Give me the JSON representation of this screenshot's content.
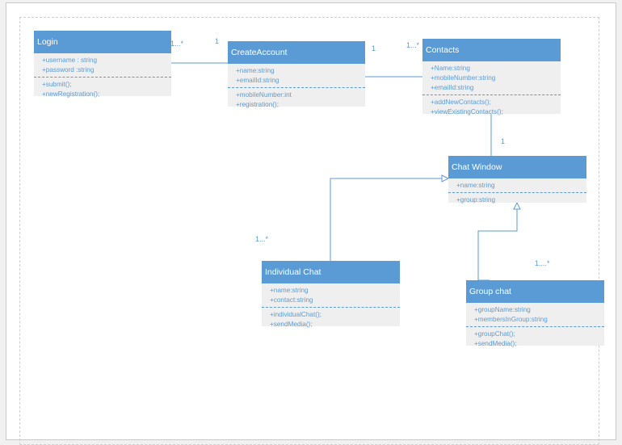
{
  "diagram": {
    "line_color": "#5b9bd5",
    "header_color": "#5b9bd5",
    "box_fill": "#efefef",
    "classes": {
      "login": {
        "name": "Login",
        "attributes": [
          "+username : string",
          "+password :string"
        ],
        "operations": [
          "+submit();",
          "+newRegistration();"
        ]
      },
      "create_account": {
        "name": "CreateAccount",
        "attributes": [
          "+name:string",
          "+emailId:string"
        ],
        "operations": [
          "+mobileNumber:int",
          "+registration();"
        ]
      },
      "contacts": {
        "name": "Contacts",
        "attributes": [
          "+Name:string",
          "+mobileNumber:string",
          "+emailId:string"
        ],
        "operations": [
          "+addNewContacts();",
          "+viewExistingContacts();"
        ]
      },
      "chat_window": {
        "name": "Chat Window",
        "attributes": [
          "+name:string"
        ],
        "operations": [
          "+group:string"
        ]
      },
      "individual_chat": {
        "name": "Individual Chat",
        "attributes": [
          "+name:string",
          "+contact:string"
        ],
        "operations": [
          "+individualChat();",
          "+sendMedia();"
        ]
      },
      "group_chat": {
        "name": "Group chat",
        "attributes": [
          "+groupName:string",
          "+membersInGroup:string"
        ],
        "operations": [
          "+groupChat();",
          "+sendMedia();"
        ]
      }
    },
    "multiplicities": {
      "login_createaccount_near_login": "1...*",
      "login_createaccount_near_createaccount": "1",
      "createaccount_contacts_near_createaccount": "1",
      "createaccount_contacts_near_contacts": "1...*",
      "contacts_chatwindow": "1",
      "individual_chat": "1...*",
      "group_chat": "1....*"
    }
  }
}
